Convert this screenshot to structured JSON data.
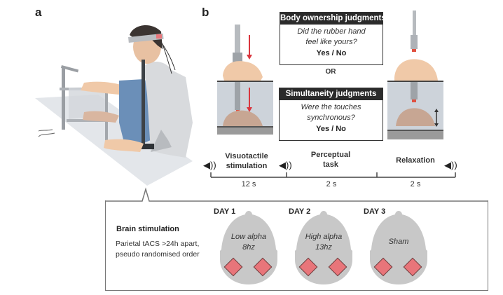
{
  "panels": {
    "a": {
      "label": "a"
    },
    "b": {
      "label": "b"
    }
  },
  "judgments": {
    "body_ownership": {
      "title": "Body ownership judgments",
      "question_line1": "Did the rubber hand",
      "question_line2": "feel like yours?",
      "response": "Yes / No"
    },
    "separator": "OR",
    "simultaneity": {
      "title": "Simultaneity judgments",
      "question_line1": "Were the touches",
      "question_line2": "synchronous?",
      "response": "Yes / No"
    }
  },
  "timeline": {
    "phases": [
      {
        "line1": "Visuotactile",
        "line2": "stimulation",
        "duration": "12 s"
      },
      {
        "line1": "Perceptual",
        "line2": "task",
        "duration": "2 s"
      },
      {
        "line1": "Relaxation",
        "line2": "",
        "duration": "2 s"
      }
    ],
    "speaker_glyph": "◀))"
  },
  "brain_stimulation": {
    "title": "Brain stimulation",
    "desc_line1": "Parietal tACS >24h apart,",
    "desc_line2": "pseudo randomised order",
    "days": [
      {
        "day": "DAY 1",
        "line1": "Low alpha",
        "line2": "8hz"
      },
      {
        "day": "DAY 2",
        "line1": "High alpha",
        "line2": "13hz"
      },
      {
        "day": "DAY 3",
        "line1": "Sham",
        "line2": ""
      }
    ]
  },
  "colors": {
    "electrode": "#e8757a",
    "head": "#c8c8c8",
    "arrow_red": "#d9363e",
    "header_dark": "#2b2b2b",
    "sleeve_blue": "#6b8fb8",
    "box_bg": "#cdd3da"
  }
}
